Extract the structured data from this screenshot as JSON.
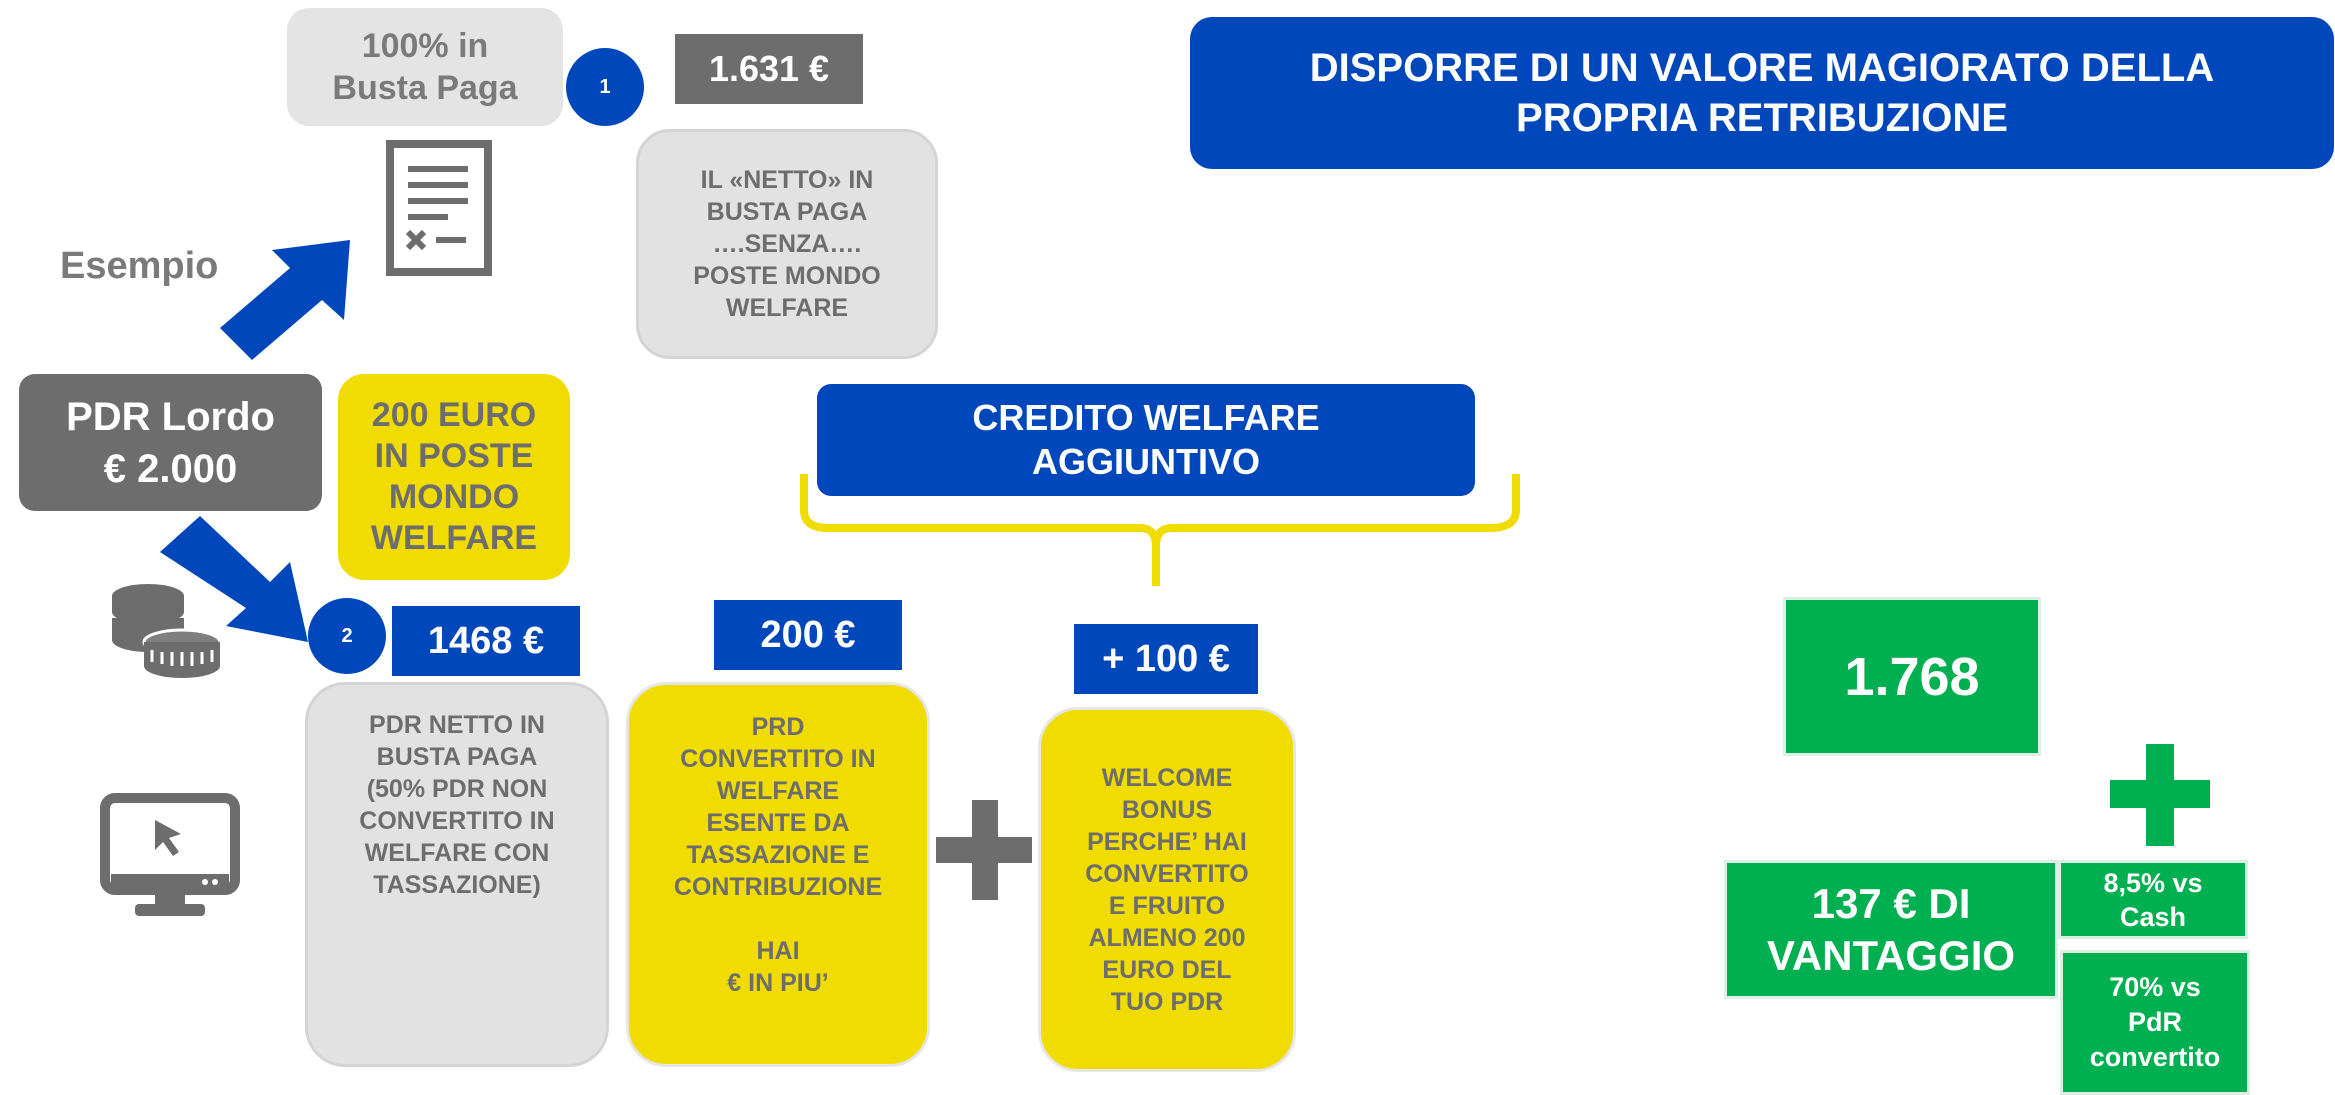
{
  "title_banner": "DISPORRE DI UN VALORE MAGIORATO DELLA\nPROPRIA RETRIBUZIONE",
  "option1": {
    "label": "100% in\nBusta Paga",
    "step": "1",
    "amount": "1.631 €",
    "note": "IL «NETTO» IN\nBUSTA PAGA\n….SENZA….\nPOSTE MONDO\nWELFARE"
  },
  "example_label": "Esempio",
  "pdr_lordo": "PDR Lordo\n€ 2.000",
  "poste_mondo_welfare": "200 EURO\nIN POSTE\nMONDO\nWELFARE",
  "credito_welfare": "CREDITO WELFARE\nAGGIUNTIVO",
  "option2": {
    "step": "2",
    "amount": "1468 €",
    "note": "PDR NETTO IN\nBUSTA PAGA\n(50% PDR NON\nCONVERTITO IN\nWELFARE CON\nTASSAZIONE)"
  },
  "welfare_amount": "200 €",
  "welfare_note": "PRD\nCONVERTITO IN\nWELFARE\nESENTE DA\nTASSAZIONE E\nCONTRIBUZIONE\n\nHAI\n€  IN PIU’",
  "bonus_amount": "+ 100 €",
  "bonus_note": "WELCOME\nBONUS\nPERCHE’ HAI\nCONVERTITO\nE FRUITO\nALMENO 200\nEURO DEL\nTUO  PDR",
  "total": "1.768",
  "advantage": "137 € DI\nVANTAGGIO",
  "vs_cash": "8,5% vs\nCash",
  "vs_pdr": "70% vs\nPdR\nconvertito",
  "colors": {
    "blue": "#0047bb",
    "yellow": "#f0dc00",
    "green": "#00b050",
    "grey": "#6d6d6d"
  }
}
